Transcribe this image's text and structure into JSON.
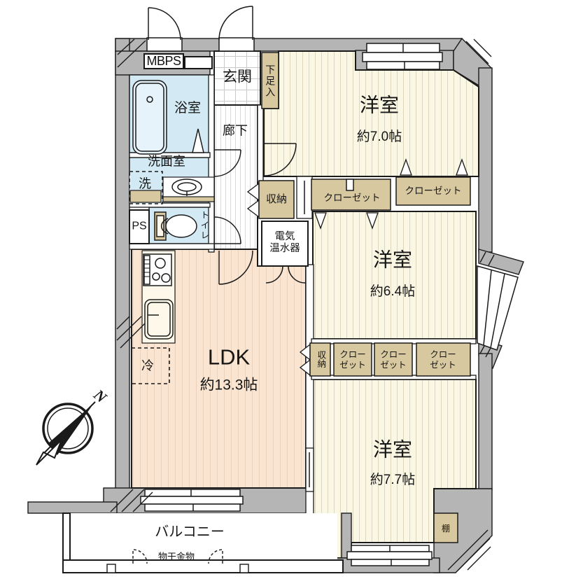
{
  "colors": {
    "wall": "#b5b5b5",
    "line": "#1a1a1a",
    "room_floor": "#faf7e4",
    "room_stripe": "#ddd6bb",
    "ldk_floor": "#f9e5d1",
    "ldk_stripe": "#ecd2bb",
    "wet": "#d3eaf5",
    "tan": "#d8c8a0",
    "hall_stripe": "#d9d9d9",
    "tile_line": "#c9c9c9"
  },
  "compass": {
    "north": "N"
  },
  "meter_box": {
    "label": "MBPS"
  },
  "entrance": {
    "label": "玄関"
  },
  "shoe_cabinet": {
    "label": "下足入"
  },
  "hallway": {
    "label": "廊下"
  },
  "bathroom": {
    "label": "浴室"
  },
  "washroom": {
    "label": "洗面室"
  },
  "washer": {
    "label": "洗"
  },
  "pipe_space": {
    "label": "PS"
  },
  "toilet": {
    "label": "トイレ"
  },
  "hallway_storage": {
    "label": "収納"
  },
  "water_heater": {
    "label": "電気\n温水器"
  },
  "bedroom_1": {
    "label": "洋室",
    "size": "約7.0帖"
  },
  "bedroom_1_closets": [
    {
      "label": "クローゼット"
    },
    {
      "label": "クローゼット"
    }
  ],
  "bedroom_2": {
    "label": "洋室",
    "size": "約6.4帖"
  },
  "ldk_storage": {
    "label": "収納"
  },
  "bedroom_2_closets": [
    {
      "label": "クロー\nゼット"
    },
    {
      "label": "クロー\nゼット"
    },
    {
      "label": "クロー\nゼット"
    }
  ],
  "bedroom_3": {
    "label": "洋室",
    "size": "約7.7帖"
  },
  "shelf": {
    "label": "棚"
  },
  "ldk": {
    "label": "LDK",
    "size": "約13.3帖"
  },
  "refrigerator": {
    "label": "冷"
  },
  "balcony": {
    "label": "バルコニー",
    "drying_fixture": "物干金物"
  }
}
